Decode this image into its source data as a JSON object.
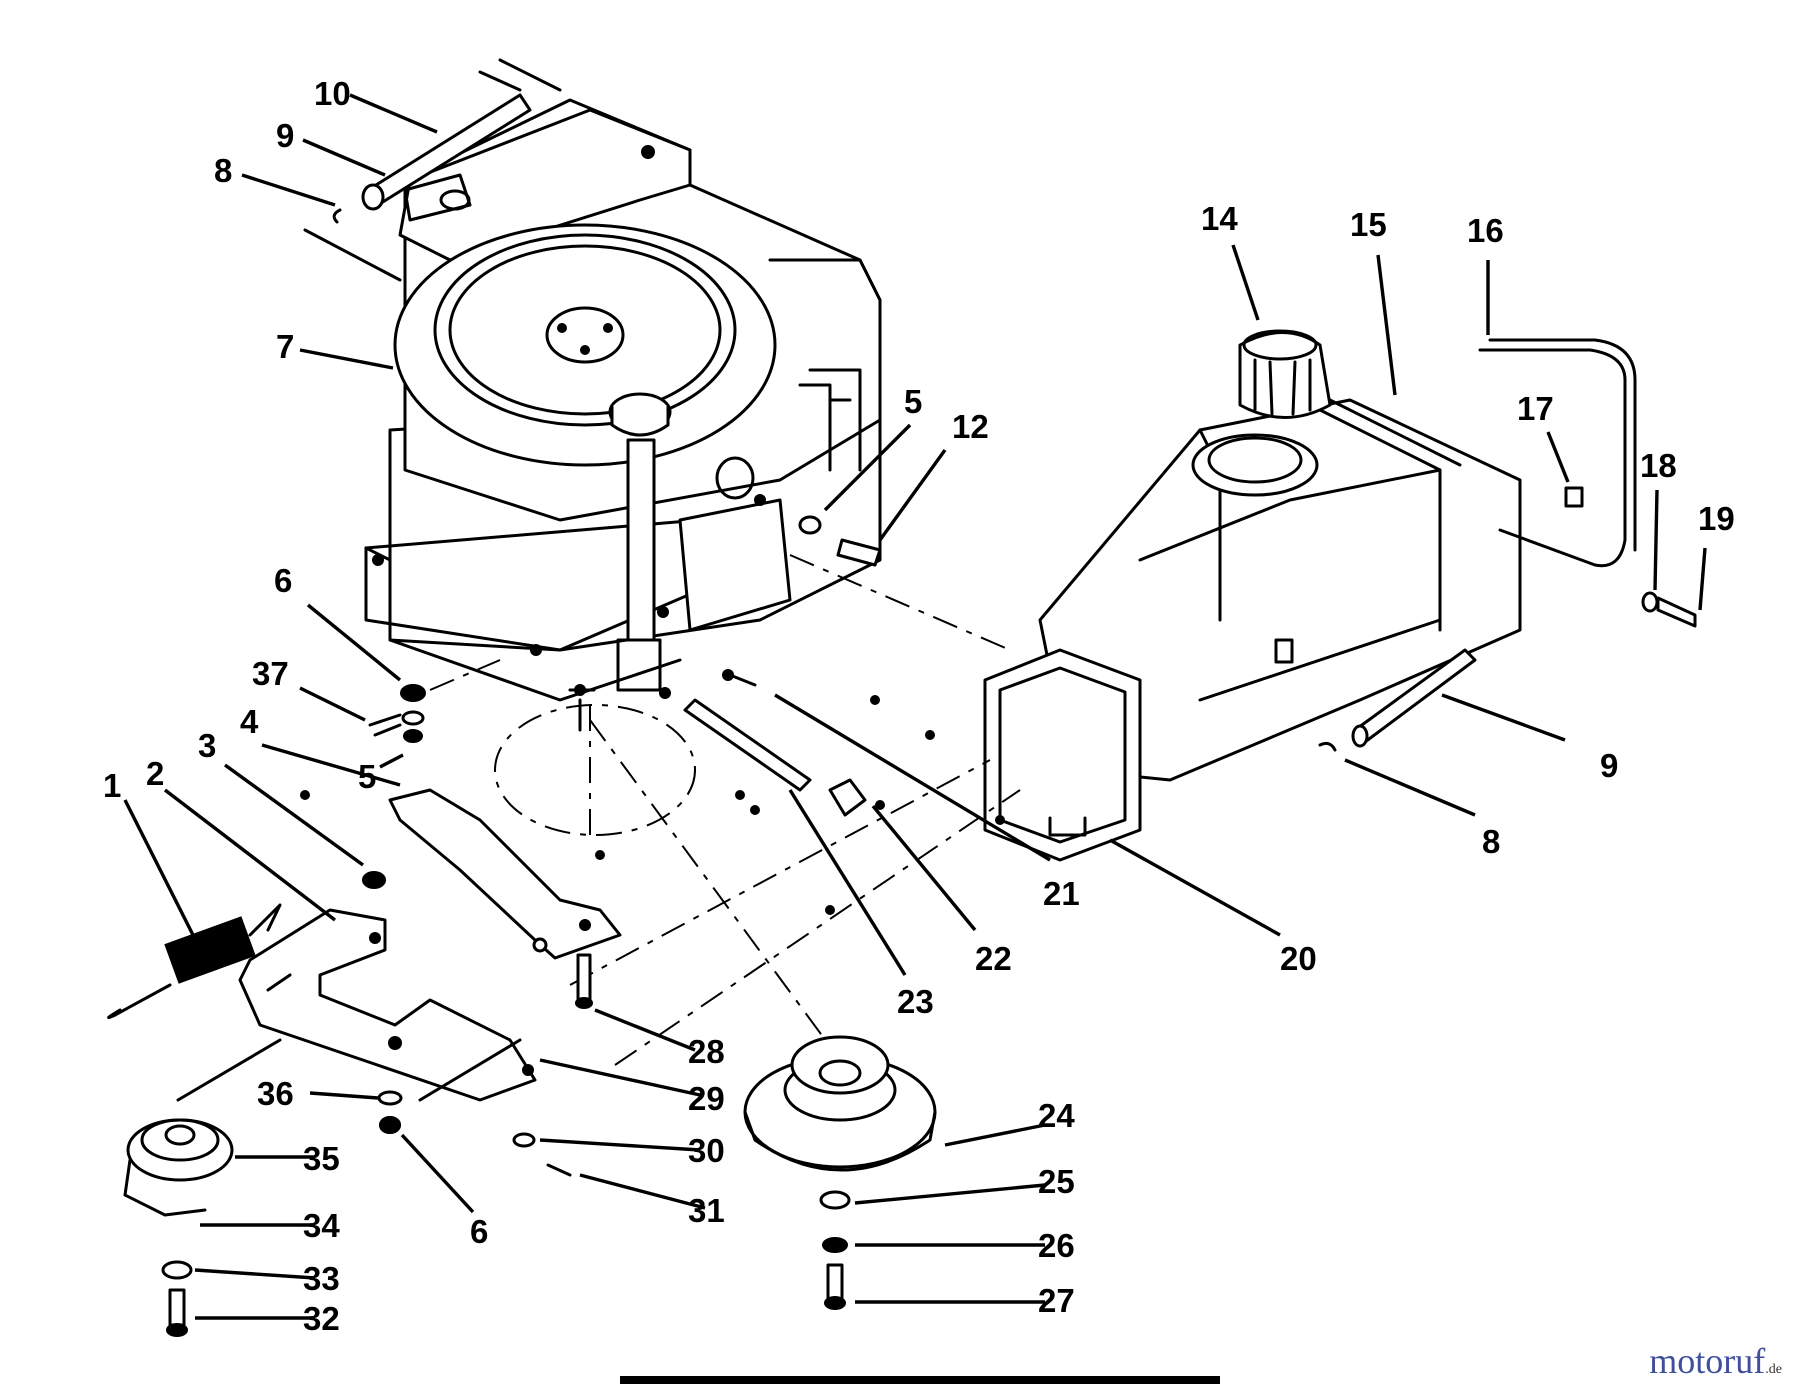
{
  "labels": [
    {
      "id": "p10",
      "text": "10"
    },
    {
      "id": "p9a",
      "text": "9"
    },
    {
      "id": "p8a",
      "text": "8"
    },
    {
      "id": "p7",
      "text": "7"
    },
    {
      "id": "p14",
      "text": "14"
    },
    {
      "id": "p15",
      "text": "15"
    },
    {
      "id": "p16",
      "text": "16"
    },
    {
      "id": "p5a",
      "text": "5"
    },
    {
      "id": "p12",
      "text": "12"
    },
    {
      "id": "p17",
      "text": "17"
    },
    {
      "id": "p18",
      "text": "18"
    },
    {
      "id": "p19",
      "text": "19"
    },
    {
      "id": "p6a",
      "text": "6"
    },
    {
      "id": "p37",
      "text": "37"
    },
    {
      "id": "p4",
      "text": "4"
    },
    {
      "id": "p3",
      "text": "3"
    },
    {
      "id": "p5b",
      "text": "5"
    },
    {
      "id": "p2",
      "text": "2"
    },
    {
      "id": "p1",
      "text": "1"
    },
    {
      "id": "p9b",
      "text": "9"
    },
    {
      "id": "p8b",
      "text": "8"
    },
    {
      "id": "p21",
      "text": "21"
    },
    {
      "id": "p22",
      "text": "22"
    },
    {
      "id": "p20",
      "text": "20"
    },
    {
      "id": "p23",
      "text": "23"
    },
    {
      "id": "p28",
      "text": "28"
    },
    {
      "id": "p29",
      "text": "29"
    },
    {
      "id": "p36",
      "text": "36"
    },
    {
      "id": "p24",
      "text": "24"
    },
    {
      "id": "p30",
      "text": "30"
    },
    {
      "id": "p35",
      "text": "35"
    },
    {
      "id": "p31",
      "text": "31"
    },
    {
      "id": "p25",
      "text": "25"
    },
    {
      "id": "p34",
      "text": "34"
    },
    {
      "id": "p6b",
      "text": "6"
    },
    {
      "id": "p26",
      "text": "26"
    },
    {
      "id": "p33",
      "text": "33"
    },
    {
      "id": "p27",
      "text": "27"
    },
    {
      "id": "p32",
      "text": "32"
    }
  ],
  "watermark": {
    "main": "motoruf",
    "suffix": ".de"
  }
}
